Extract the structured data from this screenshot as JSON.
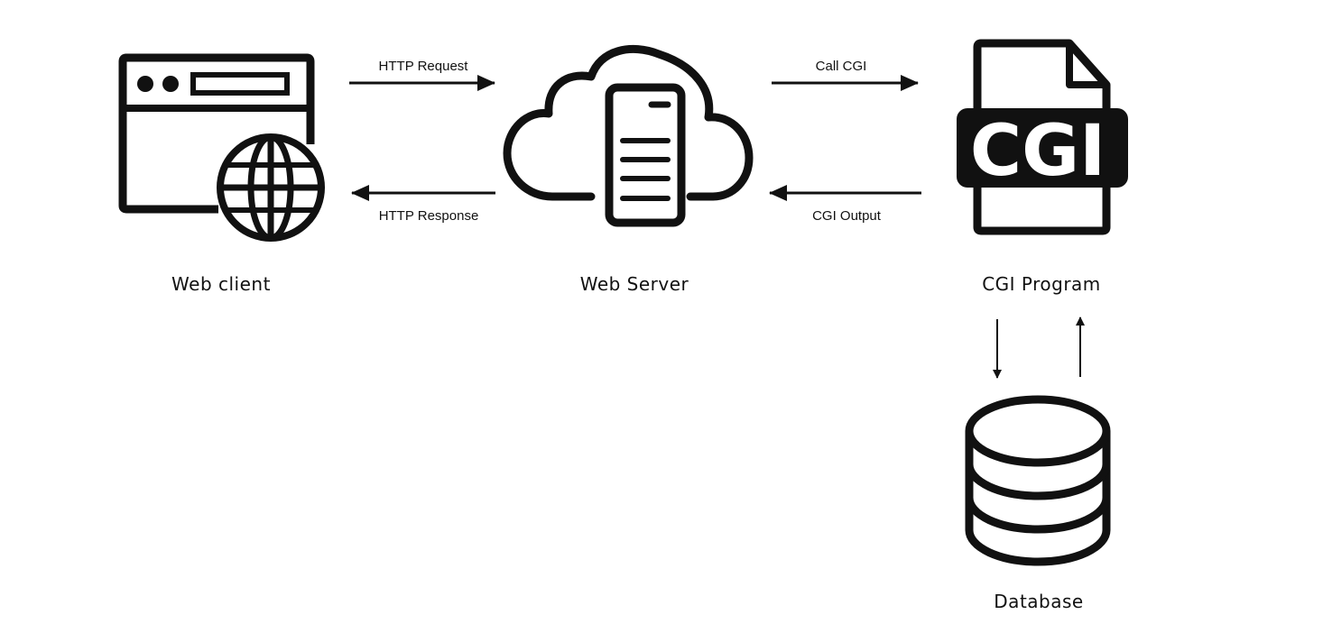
{
  "nodes": {
    "web_client": {
      "label": "Web client"
    },
    "web_server": {
      "label": "Web Server"
    },
    "cgi_program": {
      "label": "CGI Program",
      "badge": "CGI"
    },
    "database": {
      "label": "Database"
    }
  },
  "edges": {
    "http_request": {
      "label": "HTTP Request"
    },
    "http_response": {
      "label": "HTTP Response"
    },
    "call_cgi": {
      "label": "Call CGI"
    },
    "cgi_output": {
      "label": "CGI Output"
    }
  },
  "colors": {
    "ink": "#111111",
    "background": "#ffffff"
  }
}
